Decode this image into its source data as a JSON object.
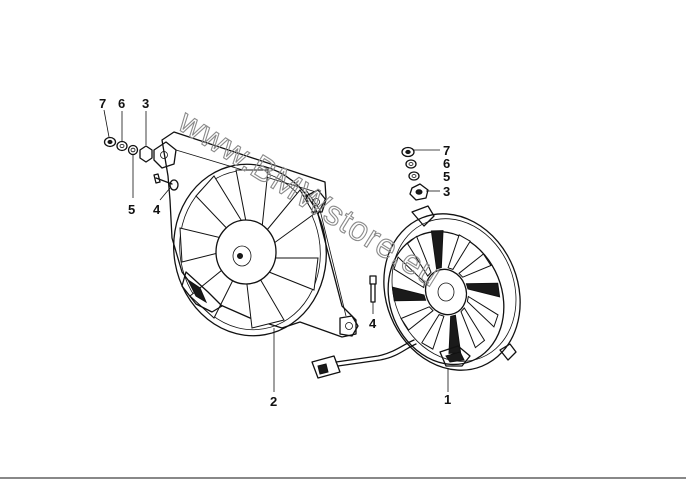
{
  "watermark": "www.BMWstore.eu",
  "labels": {
    "left_7": "7",
    "left_6": "6",
    "left_3": "3",
    "left_5": "5",
    "left_4": "4",
    "right_7": "7",
    "right_6": "6",
    "right_5": "5",
    "right_3": "3",
    "mid_4": "4",
    "part_2": "2",
    "part_1": "1"
  }
}
